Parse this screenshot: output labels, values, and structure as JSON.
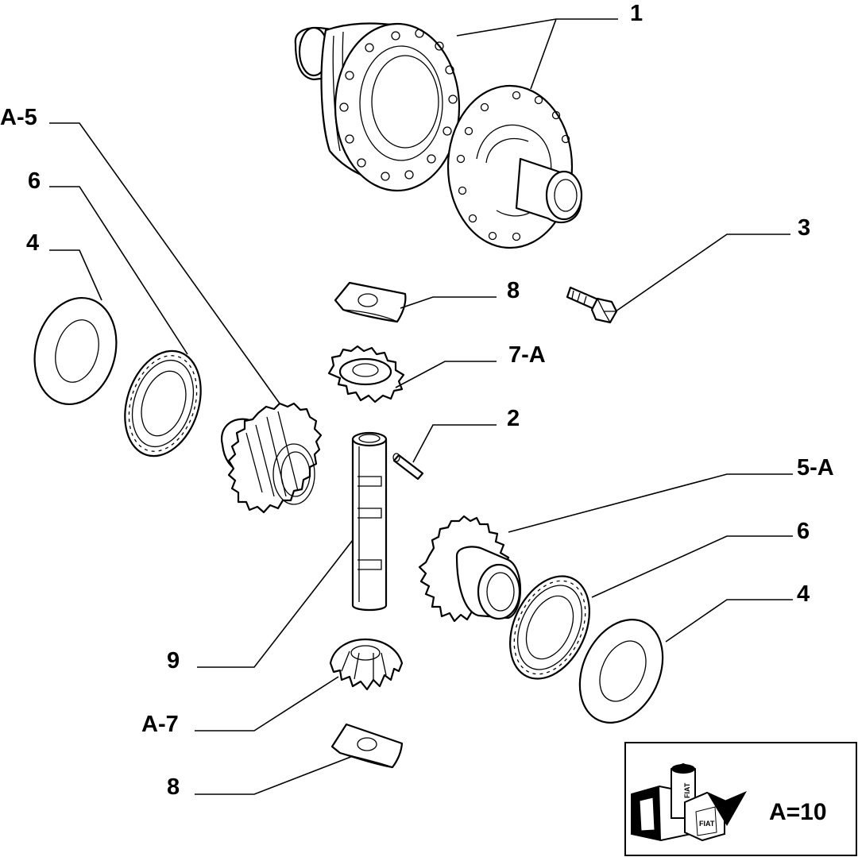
{
  "callouts": [
    {
      "id": "label-1",
      "text": "1"
    },
    {
      "id": "label-a5",
      "text": "A-5"
    },
    {
      "id": "label-6-upper",
      "text": "6"
    },
    {
      "id": "label-4-upper",
      "text": "4"
    },
    {
      "id": "label-3",
      "text": "3"
    },
    {
      "id": "label-8-upper",
      "text": "8"
    },
    {
      "id": "label-7a",
      "text": "7-A"
    },
    {
      "id": "label-2",
      "text": "2"
    },
    {
      "id": "label-5a",
      "text": "5-A"
    },
    {
      "id": "label-6-lower",
      "text": "6"
    },
    {
      "id": "label-4-lower",
      "text": "4"
    },
    {
      "id": "label-9",
      "text": "9"
    },
    {
      "id": "label-a7",
      "text": "A-7"
    },
    {
      "id": "label-8-lower",
      "text": "8"
    }
  ],
  "kit_box": {
    "text": "A=10",
    "logo_text": "FIAT"
  }
}
